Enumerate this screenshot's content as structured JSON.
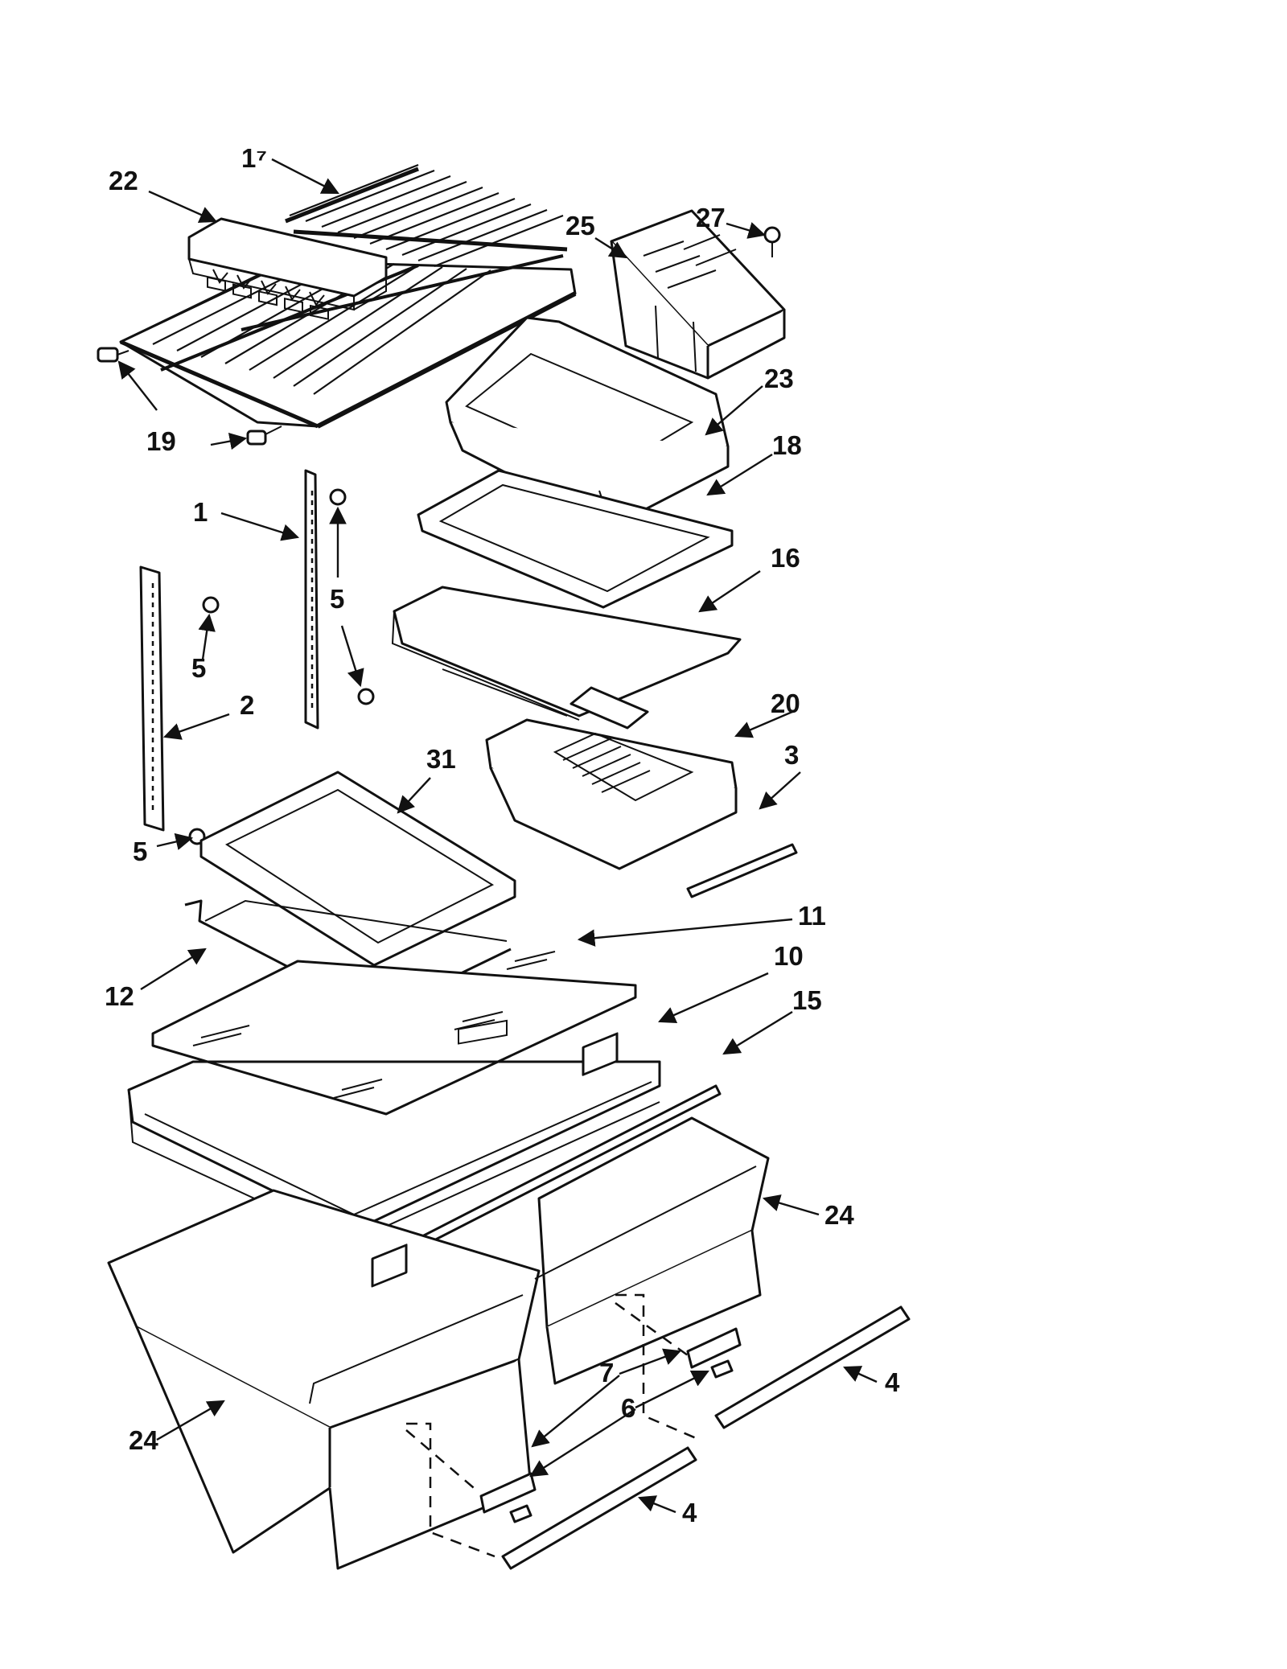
{
  "callouts": [
    {
      "id": "c17",
      "text": "1⁷"
    },
    {
      "id": "c22",
      "text": "22"
    },
    {
      "id": "c25",
      "text": "25"
    },
    {
      "id": "c27",
      "text": "27"
    },
    {
      "id": "c23",
      "text": "23"
    },
    {
      "id": "c19",
      "text": "19"
    },
    {
      "id": "c18",
      "text": "18"
    },
    {
      "id": "c1",
      "text": "1"
    },
    {
      "id": "c16",
      "text": "16"
    },
    {
      "id": "c5a",
      "text": "5"
    },
    {
      "id": "c5b",
      "text": "5"
    },
    {
      "id": "c20",
      "text": "20"
    },
    {
      "id": "c2",
      "text": "2"
    },
    {
      "id": "c31",
      "text": "31"
    },
    {
      "id": "c3",
      "text": "3"
    },
    {
      "id": "c5c",
      "text": "5"
    },
    {
      "id": "c11",
      "text": "11"
    },
    {
      "id": "c10",
      "text": "10"
    },
    {
      "id": "c12",
      "text": "12"
    },
    {
      "id": "c15",
      "text": "15"
    },
    {
      "id": "c24a",
      "text": "24"
    },
    {
      "id": "c4a",
      "text": "4"
    },
    {
      "id": "c7",
      "text": "7"
    },
    {
      "id": "c6",
      "text": "6"
    },
    {
      "id": "c24b",
      "text": "24"
    },
    {
      "id": "c4b",
      "text": "4"
    }
  ]
}
